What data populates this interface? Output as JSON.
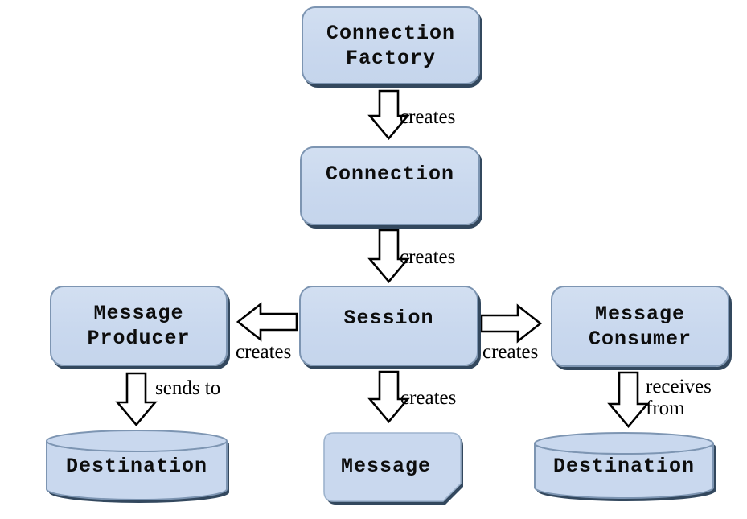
{
  "palette": {
    "node_fill": "#c9d8ee",
    "node_border": "#7d95b2",
    "node_shadow": "#33485e",
    "arrow_fill": "#ffffff",
    "arrow_stroke": "#000000",
    "text_color": "#0d0d0d"
  },
  "nodes": {
    "connection_factory": {
      "label": "Connection\nFactory"
    },
    "connection": {
      "label": "Connection"
    },
    "session": {
      "label": "Session"
    },
    "message_producer": {
      "label": "Message\nProducer"
    },
    "message_consumer": {
      "label": "Message\nConsumer"
    },
    "message": {
      "label": "Message"
    },
    "destination_left": {
      "label": "Destination"
    },
    "destination_right": {
      "label": "Destination"
    }
  },
  "edges": {
    "factory_to_connection": {
      "label": "creates"
    },
    "connection_to_session": {
      "label": "creates"
    },
    "session_to_producer": {
      "label": "creates"
    },
    "session_to_consumer": {
      "label": "creates"
    },
    "session_to_message": {
      "label": "creates"
    },
    "producer_to_destination": {
      "label": "sends to"
    },
    "consumer_to_destination": {
      "label": "receives\nfrom"
    }
  }
}
